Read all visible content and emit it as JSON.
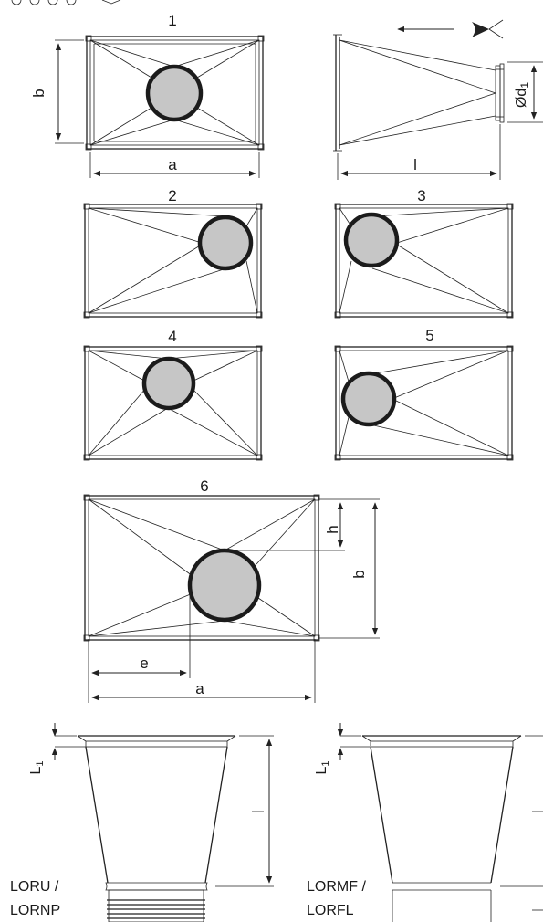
{
  "variants": [
    {
      "number": "1"
    },
    {
      "number": "2"
    },
    {
      "number": "3"
    },
    {
      "number": "4"
    },
    {
      "number": "5"
    },
    {
      "number": "6"
    }
  ],
  "dimensions": {
    "width": "a",
    "height": "b",
    "length": "l",
    "diameter": "Ød",
    "diameter_sub": "1",
    "offset_e": "e",
    "offset_h": "h",
    "L": "L",
    "L_sub": "1"
  },
  "products": {
    "left": {
      "line1": "LORU /",
      "line2": "LORNP"
    },
    "right": {
      "line1": "LORMF /",
      "line2": "LORFL"
    }
  },
  "view_direction": {
    "icon": "eye-icon",
    "arrow": "left-arrow-icon"
  },
  "colors": {
    "circle_fill": "#c6c6c6",
    "line": "#222222"
  }
}
